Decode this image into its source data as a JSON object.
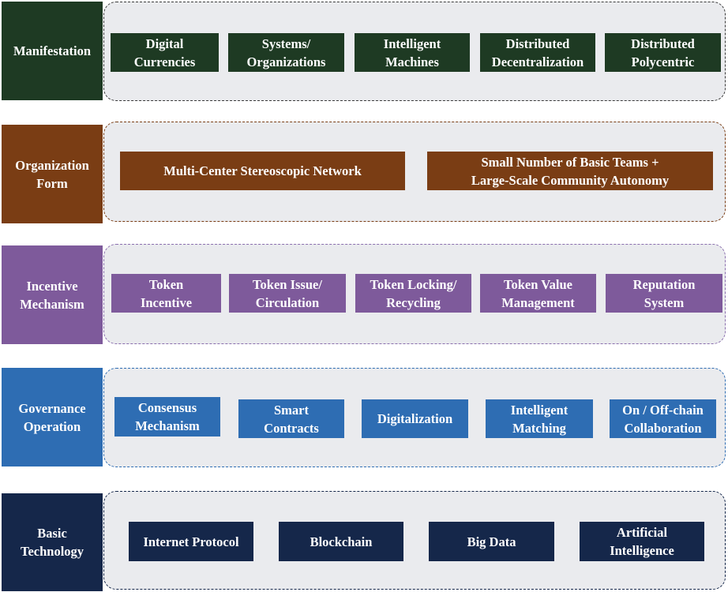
{
  "layers": [
    {
      "label": "Manifestation",
      "color": "#1e3a23",
      "border_color": "#3a3a3a",
      "items": [
        "Digital\nCurrencies",
        "Systems/\nOrganizations",
        "Intelligent\nMachines",
        "Distributed\nDecentralization",
        "Distributed\nPolycentric"
      ]
    },
    {
      "label": "Organization\nForm",
      "color": "#7a3d14",
      "border_color": "#7a3d14",
      "items": [
        "Multi-Center Stereoscopic Network",
        "Small Number of Basic Teams +\nLarge-Scale Community Autonomy"
      ]
    },
    {
      "label": "Incentive\nMechanism",
      "color": "#7e5a9b",
      "border_color": "#8b6fae",
      "items": [
        "Token\nIncentive",
        "Token Issue/\nCirculation",
        "Token Locking/\nRecycling",
        "Token Value\nManagement",
        "Reputation\nSystem"
      ]
    },
    {
      "label": "Governance\nOperation",
      "color": "#2e6db3",
      "border_color": "#2e6db3",
      "items": [
        "Consensus\nMechanism",
        "Smart\nContracts",
        "Digitalization",
        "Intelligent\nMatching",
        "On / Off-chain\nCollaboration"
      ]
    },
    {
      "label": "Basic\nTechnology",
      "color": "#15274a",
      "border_color": "#15274a",
      "items": [
        "Internet Protocol",
        "Blockchain",
        "Big Data",
        "Artificial\nIntelligence"
      ]
    }
  ]
}
